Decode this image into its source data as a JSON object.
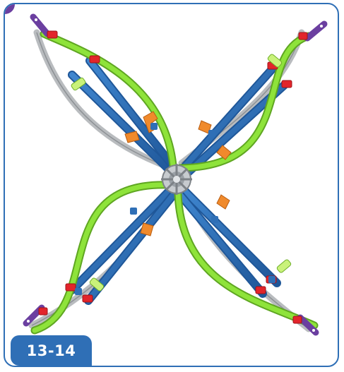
{
  "step_badge": {
    "label": "13-14"
  },
  "colors": {
    "frame_border": "#2f6fb6",
    "badge_bg": "#2f6fb6",
    "rod_blue": "#2f6fb6",
    "track_green": "#8ee33a",
    "track_gray": "#b9bcbf",
    "connector_red": "#e2252b",
    "connector_orange": "#f08a2c",
    "end_purple": "#6b3fa0",
    "hub_gray": "#9aa0a6"
  },
  "icons": [
    "corner-tab",
    "building-model-illustration"
  ]
}
